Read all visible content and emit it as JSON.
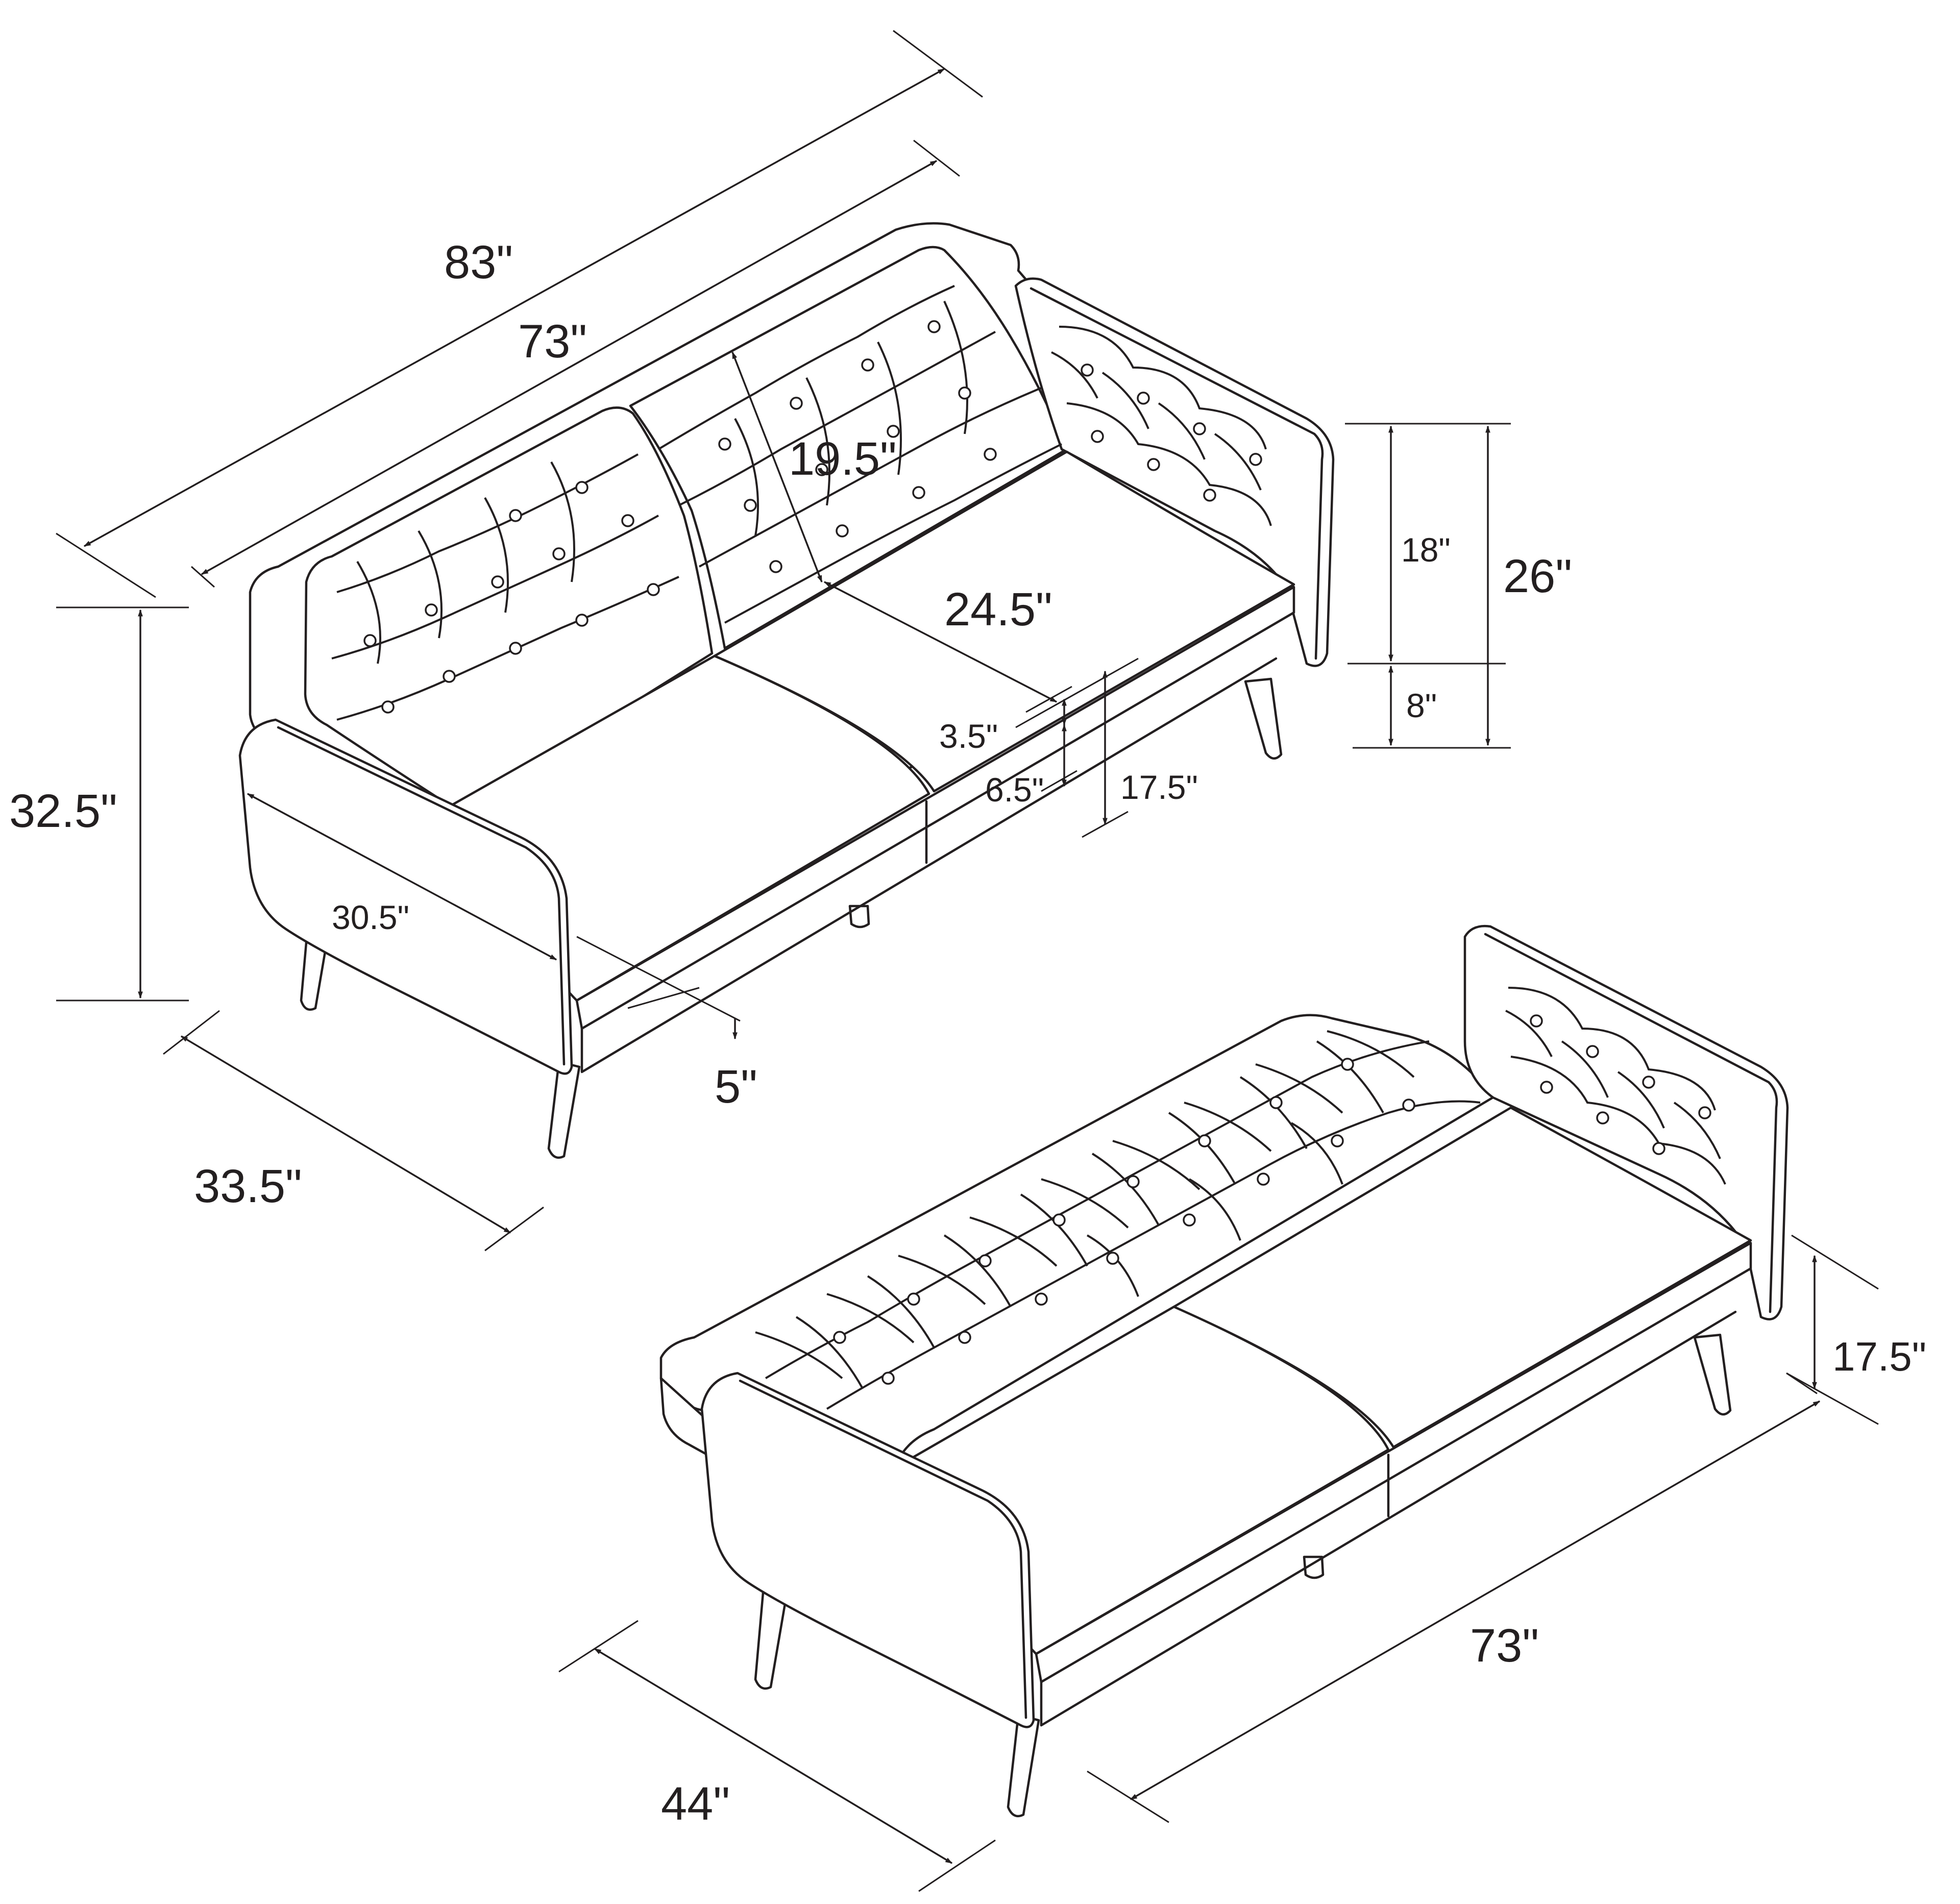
{
  "figure": {
    "sofa_view": {
      "overall_length": "83\"",
      "seat_length": "73\"",
      "back_height": "19.5\"",
      "seat_depth": "24.5\"",
      "cushion_thickness": "3.5\"",
      "seat_to_cushion": "6.5\"",
      "seat_height": "17.5\"",
      "overall_height": "32.5\"",
      "arm_depth": "30.5\"",
      "arm_width": "5\"",
      "overall_depth": "33.5\"",
      "arm_height_upper": "18\"",
      "arm_height_lower": "8\"",
      "arm_height_total": "26\""
    },
    "bed_view": {
      "bed_height": "17.5\"",
      "bed_length": "73\"",
      "bed_depth": "44\""
    }
  }
}
